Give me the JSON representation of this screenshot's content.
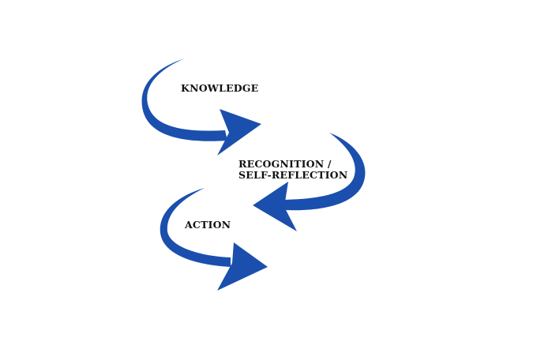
{
  "colors": {
    "arrow": "#1b4fad",
    "text": "#111111"
  },
  "labels": {
    "knowledge": "KNOWLEDGE",
    "recognition_line1": "RECOGNITION /",
    "recognition_line2": "SELF-REFLECTION",
    "action": "ACTION"
  },
  "flow": [
    "KNOWLEDGE",
    "RECOGNITION / SELF-REFLECTION",
    "ACTION"
  ]
}
